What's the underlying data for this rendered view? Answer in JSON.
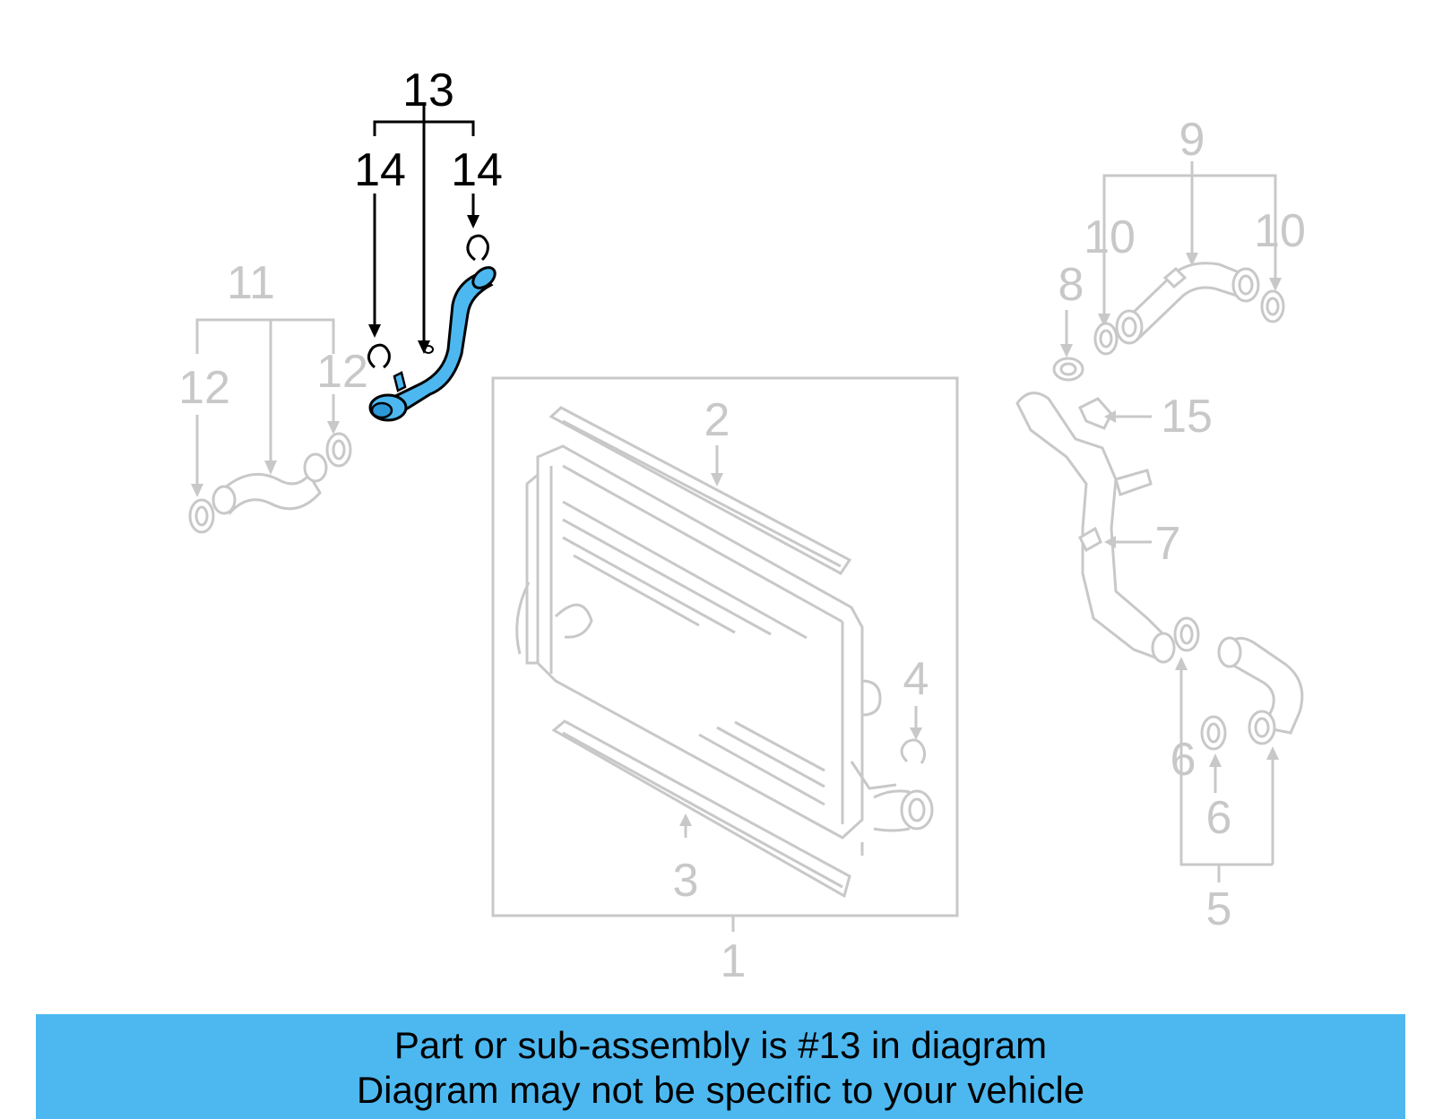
{
  "colors": {
    "highlight": "#4db8f0",
    "muted_part": "#c8c8c8",
    "banner_background": "#4db8f0",
    "text": "#000000"
  },
  "callouts": {
    "c1": "1",
    "c2": "2",
    "c3": "3",
    "c4": "4",
    "c5": "5",
    "c6a": "6",
    "c6b": "6",
    "c7": "7",
    "c8": "8",
    "c9": "9",
    "c10a": "10",
    "c10b": "10",
    "c11": "11",
    "c12a": "12",
    "c12b": "12",
    "c13": "13",
    "c14a": "14",
    "c14b": "14",
    "c15": "15"
  },
  "highlighted_part": "13",
  "banner": {
    "line1": "Part or sub-assembly is #13 in diagram",
    "line2": "Diagram may not be specific to your vehicle"
  }
}
